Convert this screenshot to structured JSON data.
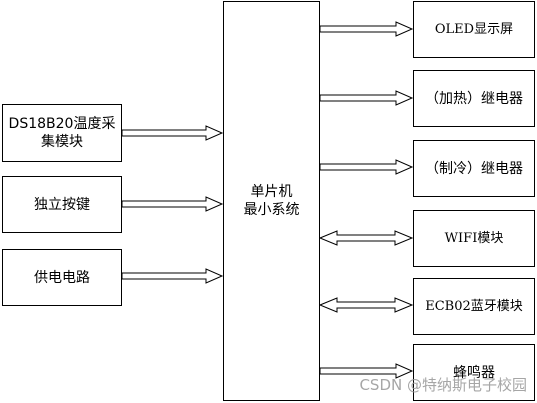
{
  "inputs": [
    {
      "line1": "DS18B20温度采",
      "line2": "集模块"
    },
    {
      "label": "独立按键"
    },
    {
      "label": "供电电路"
    }
  ],
  "mcu": {
    "line1": "单片机",
    "line2": "最小系统"
  },
  "outputs": [
    {
      "label": "OLED显示屏"
    },
    {
      "label": "（加热）继电器"
    },
    {
      "label": "（制冷）继电器"
    },
    {
      "label": "WIFI模块"
    },
    {
      "label": "ECB02蓝牙模块"
    },
    {
      "label": "蜂鸣器"
    }
  ],
  "watermark": "CSDN @特纳斯电子校园",
  "colors": {
    "line": "#000000",
    "fill": "#ffffff"
  }
}
